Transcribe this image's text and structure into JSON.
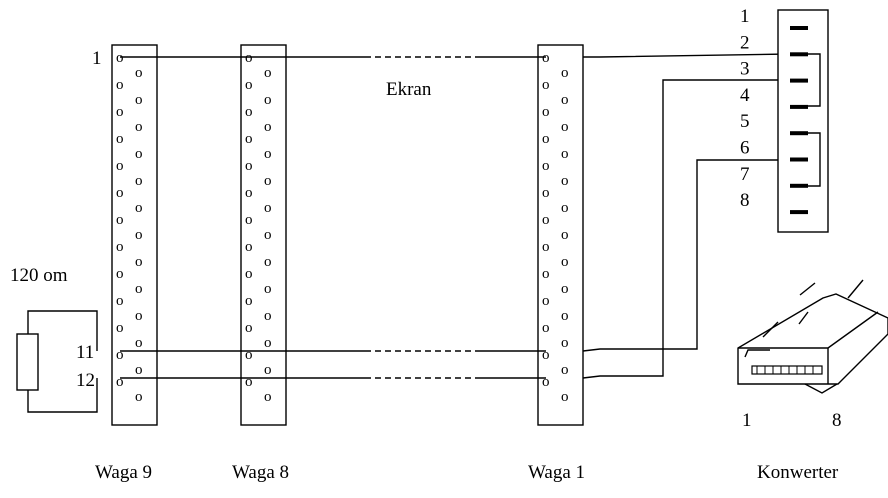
{
  "labels": {
    "waga9": "Waga 9",
    "waga8": "Waga 8",
    "waga1": "Waga 1",
    "konwerter": "Konwerter",
    "ekran": "Ekran",
    "resistor": "120 om",
    "pin1": "1",
    "pin11": "11",
    "pin12": "12"
  },
  "socket_pins": [
    "1",
    "2",
    "3",
    "4",
    "5",
    "6",
    "7",
    "8"
  ],
  "plug_pins": {
    "left": "1",
    "right": "8"
  },
  "terminal_glyph": "o"
}
